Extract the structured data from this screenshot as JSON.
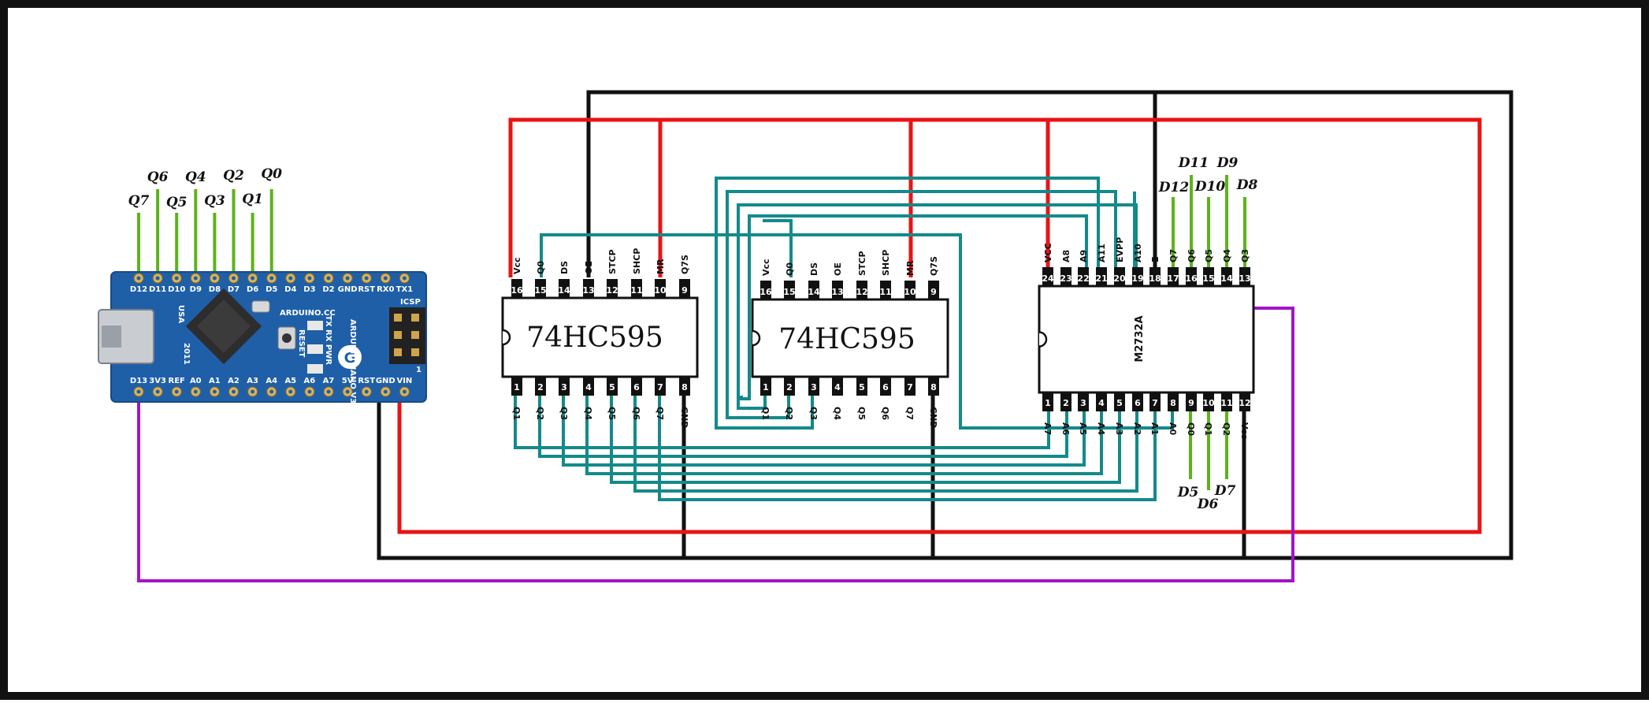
{
  "frame": {
    "border_color": "#111111",
    "background": "#ffffff"
  },
  "colors": {
    "vcc": "#e81414",
    "gnd": "#111111",
    "addr": "#148a8a",
    "data": "#5db31a",
    "ctrl": "#a214c9"
  },
  "nano": {
    "top_pins": [
      "D12",
      "D11",
      "D10",
      "D9",
      "D8",
      "D7",
      "D6",
      "D5",
      "D4",
      "D3",
      "D2",
      "GND",
      "RST",
      "RX0",
      "TX1"
    ],
    "bottom_pins": [
      "D13",
      "3V3",
      "REF",
      "A0",
      "A1",
      "A2",
      "A3",
      "A4",
      "A5",
      "A6",
      "A7",
      "5V",
      "RST",
      "GND",
      "VIN"
    ],
    "board_text_1": "ARDUINO.CC",
    "board_text_2": "ARDUINO NANO V3.1 GRAVITECH.US",
    "board_text_3": "RESET",
    "board_text_4": "ICSP",
    "board_text_5": "USA",
    "board_text_6": "2011",
    "board_text_7": "TX RX PWR",
    "board_text_8": "1",
    "logo_letter": "G",
    "data_labels": [
      "Q7",
      "Q6",
      "Q5",
      "Q4",
      "Q3",
      "Q2",
      "Q1",
      "Q0"
    ]
  },
  "sr1": {
    "label": "74HC595",
    "top_nums": [
      "16",
      "15",
      "14",
      "13",
      "12",
      "11",
      "10",
      "9"
    ],
    "top_names": [
      "Vcc",
      "Q0",
      "DS",
      "OE",
      "STCP",
      "SHCP",
      "MR",
      "Q7S"
    ],
    "bot_nums": [
      "1",
      "2",
      "3",
      "4",
      "5",
      "6",
      "7",
      "8"
    ],
    "bot_names": [
      "Q1",
      "Q2",
      "Q3",
      "Q4",
      "Q5",
      "Q6",
      "Q7",
      "GND"
    ]
  },
  "sr2": {
    "label": "74HC595",
    "top_nums": [
      "16",
      "15",
      "14",
      "13",
      "12",
      "11",
      "10",
      "9"
    ],
    "top_names": [
      "Vcc",
      "Q0",
      "DS",
      "OE",
      "STCP",
      "SHCP",
      "MR",
      "Q7S"
    ],
    "bot_nums": [
      "1",
      "2",
      "3",
      "4",
      "5",
      "6",
      "7",
      "8"
    ],
    "bot_names": [
      "Q1",
      "Q2",
      "Q3",
      "Q4",
      "Q5",
      "Q6",
      "Q7",
      "GND"
    ]
  },
  "eprom": {
    "label": "M2732A",
    "top_nums": [
      "24",
      "23",
      "22",
      "21",
      "20",
      "19",
      "18",
      "17",
      "16",
      "15",
      "14",
      "13"
    ],
    "top_names": [
      "VCC",
      "A8",
      "A9",
      "A11",
      "EVPP",
      "A10",
      "E",
      "Q7",
      "Q6",
      "Q5",
      "Q4",
      "Q3"
    ],
    "bot_nums": [
      "1",
      "2",
      "3",
      "4",
      "5",
      "6",
      "7",
      "8",
      "9",
      "10",
      "11",
      "12"
    ],
    "bot_names": [
      "A7",
      "A6",
      "A5",
      "A4",
      "A3",
      "A2",
      "A1",
      "A0",
      "Q0",
      "Q1",
      "Q2",
      "Vss"
    ],
    "data_top_labels": [
      "D12",
      "D11",
      "D10",
      "D9",
      "D8"
    ],
    "data_bot_labels": [
      "D5",
      "D6",
      "D7"
    ]
  }
}
